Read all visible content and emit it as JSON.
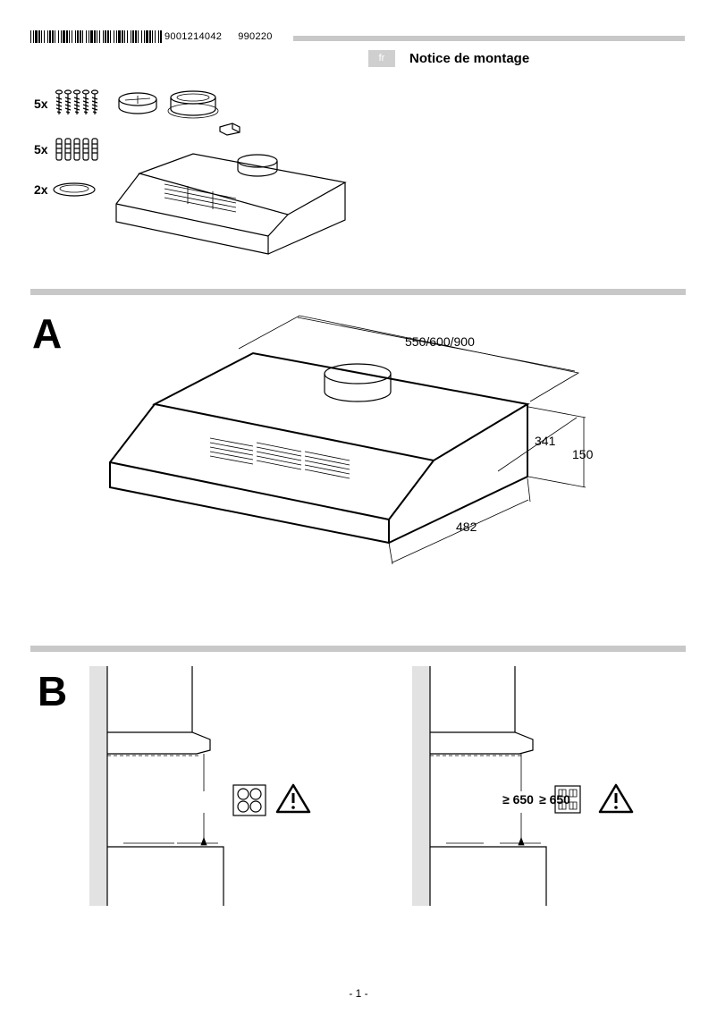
{
  "header": {
    "code1": "9001214042",
    "code2": "990220",
    "language": "fr",
    "title": "Notice de montage"
  },
  "parts": {
    "screws_qty": "5x",
    "plugs_qty": "5x",
    "covers_qty": "2x"
  },
  "section_a": {
    "letter": "A",
    "width_label": "550/600/900",
    "depth_label": "341",
    "height_label": "150",
    "front_label": "482"
  },
  "section_b": {
    "letter": "B",
    "distance_label": "≥ 650",
    "distance_label_overlay": "≥ 650"
  },
  "footer": {
    "page": "- 1 -"
  }
}
